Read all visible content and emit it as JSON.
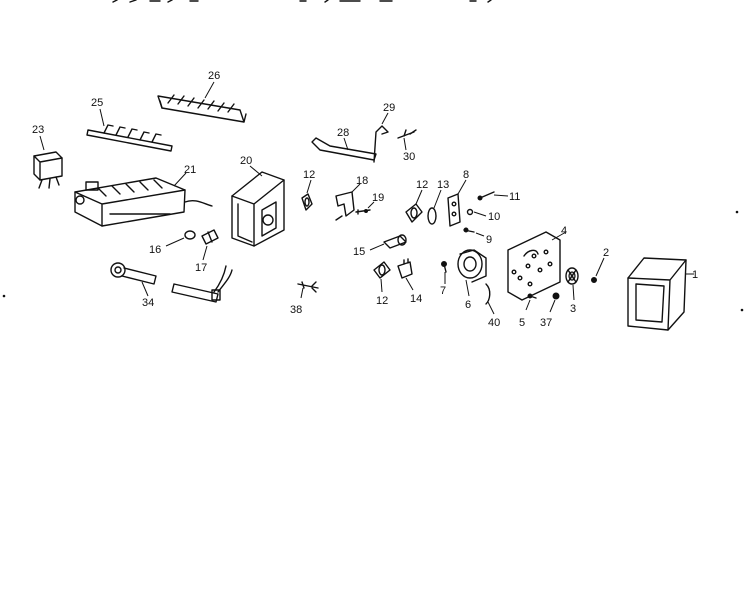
{
  "callouts": {
    "c1": "1",
    "c2": "2",
    "c3": "3",
    "c4": "4",
    "c5": "5",
    "c6": "6",
    "c7": "7",
    "c8": "8",
    "c9": "9",
    "c10": "10",
    "c11": "11",
    "c12a": "12",
    "c12b": "12",
    "c12c": "12",
    "c13": "13",
    "c14": "14",
    "c15": "15",
    "c16": "16",
    "c17": "17",
    "c18": "18",
    "c19": "19",
    "c20": "20",
    "c21": "21",
    "c23": "23",
    "c25": "25",
    "c26": "26",
    "c28": "28",
    "c29": "29",
    "c30": "30",
    "c34": "34",
    "c37": "37",
    "c38": "38",
    "c40": "40"
  }
}
